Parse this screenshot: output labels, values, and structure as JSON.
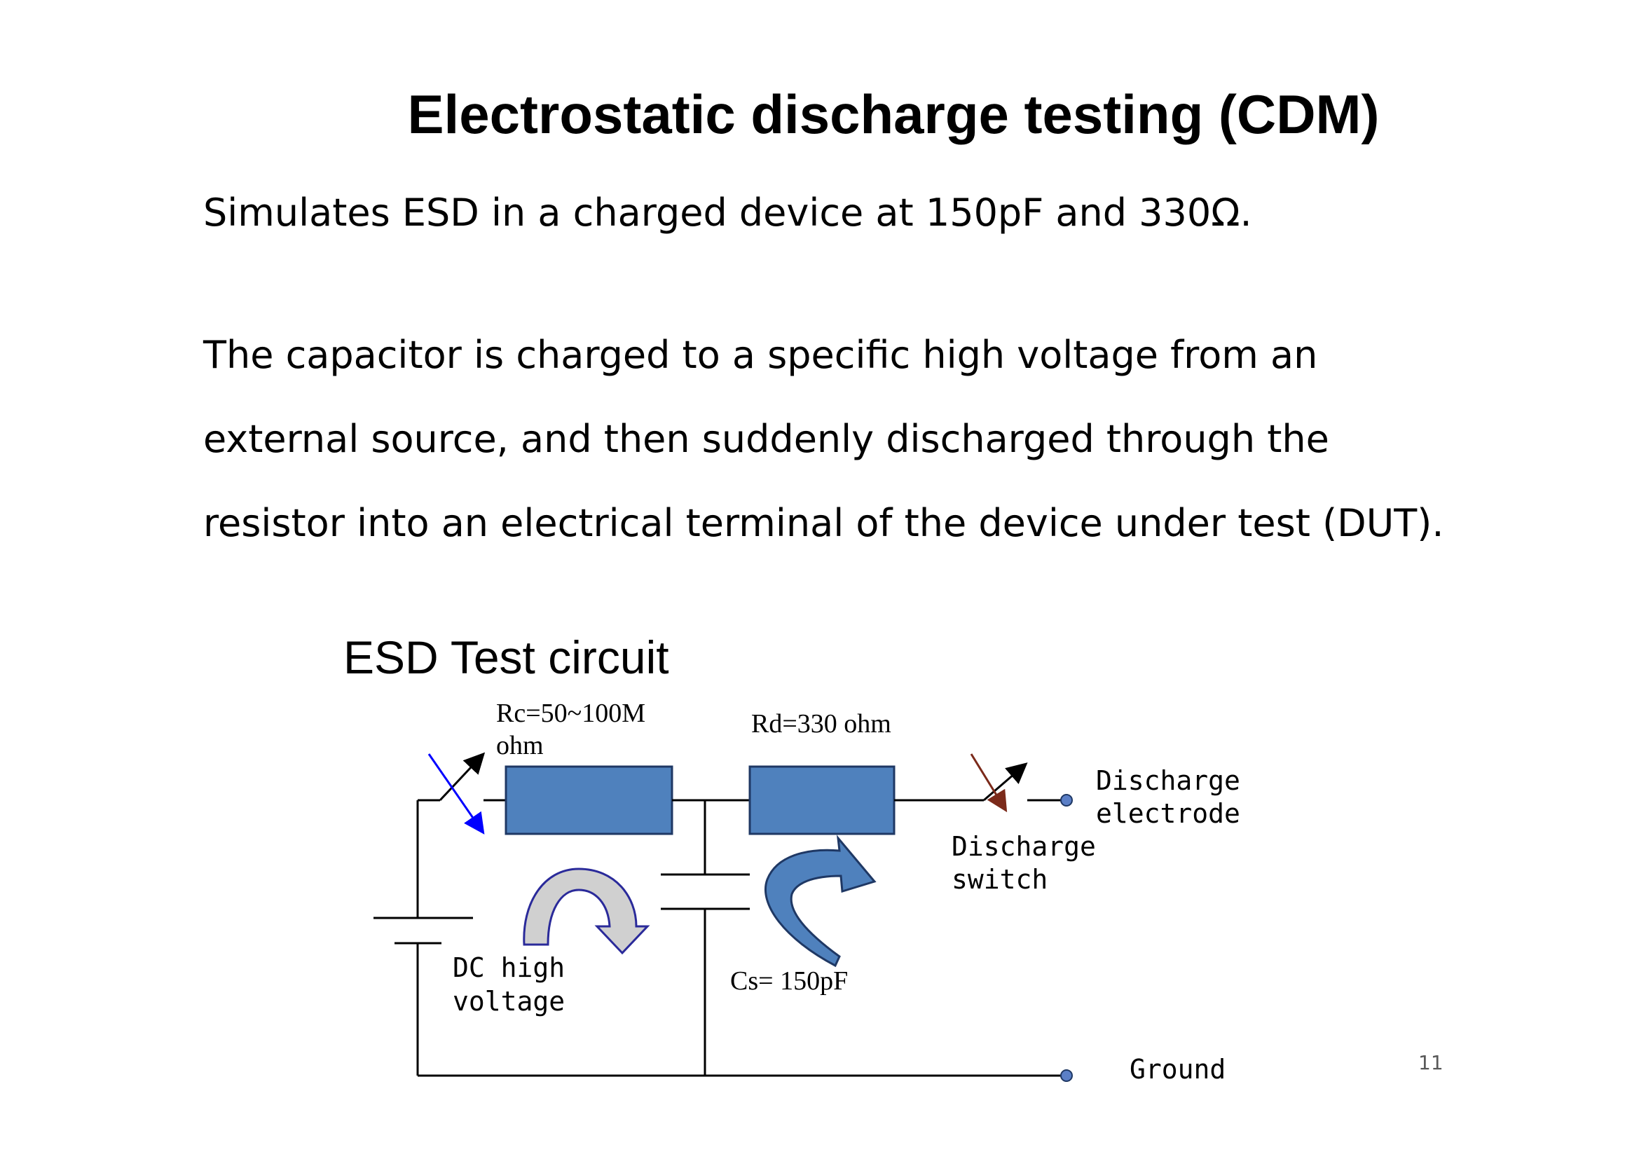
{
  "slide": {
    "title": "Electrostatic discharge testing (CDM)",
    "line1": "Simulates ESD in a charged device at 150pF and 330Ω.",
    "line2": "The capacitor is charged to a specific high voltage from an",
    "line3": "external source, and then suddenly discharged through the",
    "line4": "resistor into an electrical terminal of the device under test (DUT).",
    "page_number": "11"
  },
  "diagram": {
    "title": "ESD Test circuit",
    "rc_label_line1": "Rc=50~100M",
    "rc_label_line2": "ohm",
    "rd_label": "Rd=330 ohm",
    "discharge_electrode_line1": "Discharge",
    "discharge_electrode_line2": "electrode",
    "discharge_switch_line1": "Discharge",
    "discharge_switch_line2": "switch",
    "dc_line1": "DC high",
    "dc_line2": "voltage",
    "cs_label": "Cs= 150pF",
    "ground_label": "Ground",
    "colors": {
      "resistor_fill": "#4f81bd",
      "resistor_stroke": "#1f3864",
      "charge_arrow_fill": "#d0d0d0",
      "charge_arrow_stroke": "#2a2a9a",
      "discharge_arrow_fill": "#4f81bd",
      "charge_switch_arrow": "#0000ff",
      "discharge_switch_arrow": "#7b2a1a",
      "terminal_fill": "#5b7fc7"
    }
  }
}
